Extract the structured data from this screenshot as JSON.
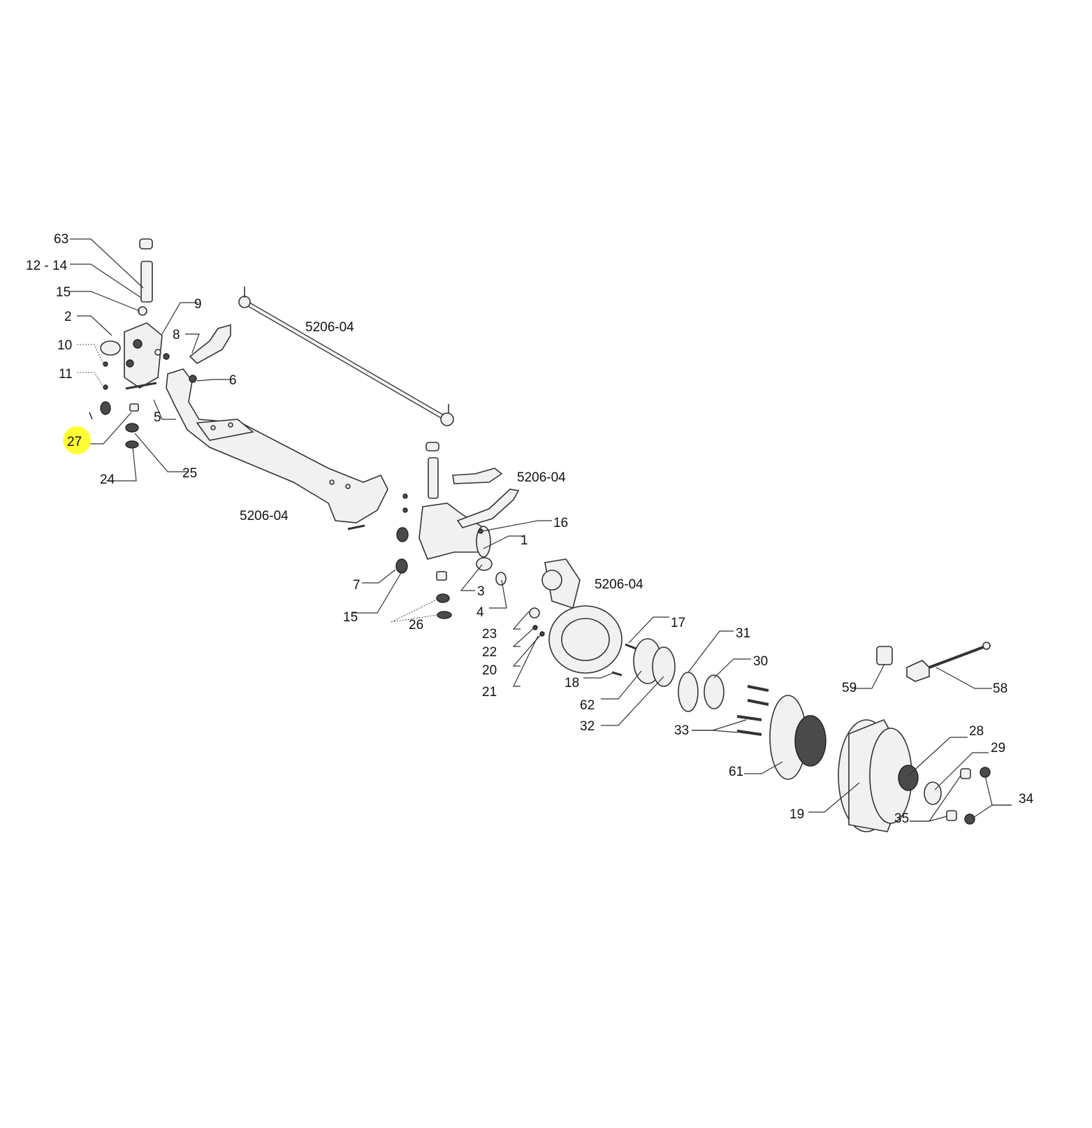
{
  "highlight": {
    "callout": "27",
    "color": "#ffff33"
  },
  "callouts": {
    "c63": "63",
    "c12_14": "12 - 14",
    "c15a": "15",
    "c2": "2",
    "c10": "10",
    "c11": "11",
    "c9": "9",
    "c8": "8",
    "c6": "6",
    "c5": "5",
    "c27": "27",
    "c24": "24",
    "c25": "25",
    "c16": "16",
    "c1": "1",
    "c7": "7",
    "c15b": "15",
    "c3": "3",
    "c26": "26",
    "c4": "4",
    "c23": "23",
    "c22": "22",
    "c20": "20",
    "c21": "21",
    "c17": "17",
    "c18": "18",
    "c62": "62",
    "c32": "32",
    "c31": "31",
    "c30": "30",
    "c33": "33",
    "c61": "61",
    "c19": "19",
    "c59": "59",
    "c58": "58",
    "c28": "28",
    "c29": "29",
    "c34": "34",
    "c35": "35"
  },
  "references": {
    "tie_rod": "5206-04",
    "steering_arm": "5206-04",
    "axle_beam": "5206-04",
    "brake_assembly": "5206-04"
  }
}
